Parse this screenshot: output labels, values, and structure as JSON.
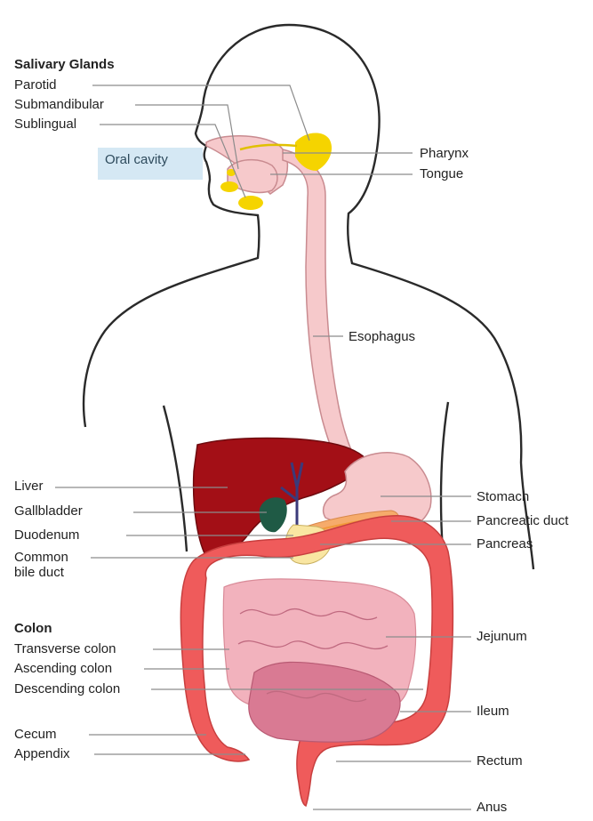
{
  "labels": {
    "salivary_glands": "Salivary Glands",
    "parotid": "Parotid",
    "submandibular": "Submandibular",
    "sublingual": "Sublingual",
    "oral_cavity": "Oral cavity",
    "pharynx": "Pharynx",
    "tongue": "Tongue",
    "esophagus": "Esophagus",
    "liver": "Liver",
    "gallbladder": "Gallbladder",
    "duodenum": "Duodenum",
    "common_bile_duct_1": "Common",
    "common_bile_duct_2": "bile duct",
    "stomach": "Stomach",
    "pancreatic_duct": "Pancreatic duct",
    "pancreas": "Pancreas",
    "colon": "Colon",
    "transverse_colon": "Transverse colon",
    "ascending_colon": "Ascending colon",
    "descending_colon": "Descending colon",
    "jejunum": "Jejunum",
    "ileum": "Ileum",
    "cecum": "Cecum",
    "appendix": "Appendix",
    "rectum": "Rectum",
    "anus": "Anus"
  },
  "colors": {
    "outline": "#2a2a2a",
    "tract": "#f6c9cb",
    "tract_outline": "#c98b90",
    "glands": "#f5d400",
    "liver": "#a30f16",
    "gallbladder": "#1f5a45",
    "pancreas": "#f6ab6b",
    "colon": "#ef5b5b",
    "small_intestine": "#f2b2bd",
    "ileum": "#d97a93",
    "oral_box": "#d5e8f4",
    "leader": "#8c8c8c"
  }
}
